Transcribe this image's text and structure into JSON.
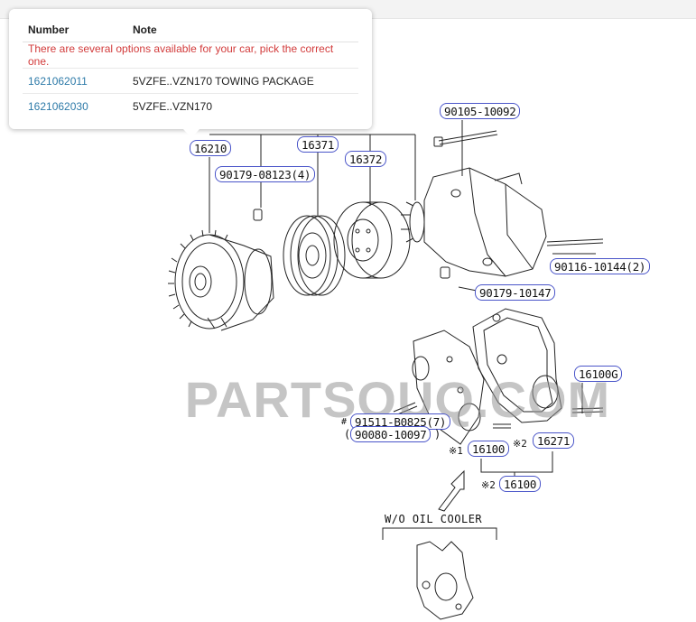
{
  "popup": {
    "columns": [
      "Number",
      "Note"
    ],
    "warning": "There are several options available for your car, pick the correct one.",
    "rows": [
      {
        "number": "1621062011",
        "note": "5VZFE..VZN170 TOWING PACKAGE"
      },
      {
        "number": "1621062030",
        "note": "5VZFE..VZN170"
      }
    ]
  },
  "diagram": {
    "callouts": {
      "p16210": "16210",
      "p16371": "16371",
      "p16372": "16372",
      "p90105": "90105-10092",
      "p90179_08123": "90179-08123(4)",
      "p90116": "90116-10144(2)",
      "p90179_10147": "90179-10147",
      "p16100G": "16100G",
      "p91511": "91511-B0825(7)",
      "p90080": "90080-10097",
      "p16100a": "16100",
      "p16271": "16271",
      "p16100b": "16100"
    },
    "marks": {
      "hash": "#",
      "open_paren": "(",
      "close_paren": ")",
      "note1": "※1",
      "note2a": "※2",
      "note2b": "※2"
    },
    "wo_label": "W/O OIL COOLER",
    "watermark": "PARTSOUQ.COM"
  },
  "colors": {
    "callout_border": "#4a55c9",
    "warning": "#d23b3b",
    "link": "#2d7aa8"
  }
}
